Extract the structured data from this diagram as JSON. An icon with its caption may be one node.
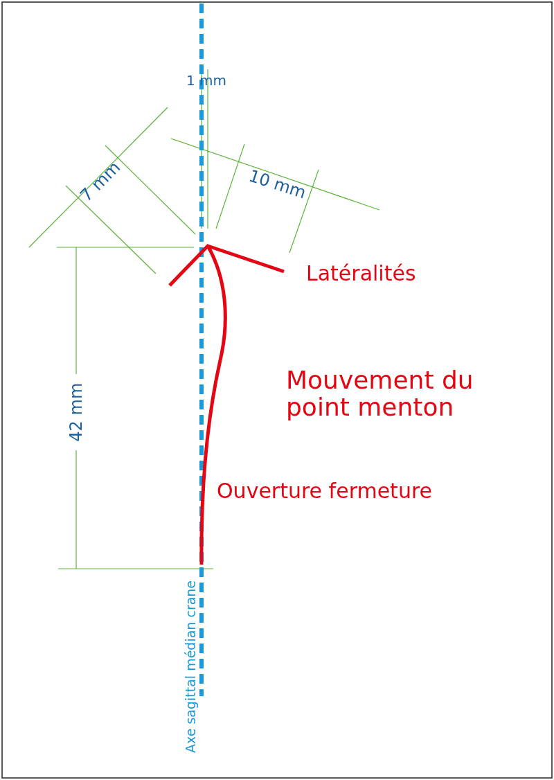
{
  "diagram": {
    "labels": [
      "1 mm",
      "7 mm",
      "10 mm",
      "Latéralités",
      "Mouvement du point menton",
      "42 mm",
      "Ouverture fermeture",
      "Axe sagittal médian crane"
    ]
  }
}
